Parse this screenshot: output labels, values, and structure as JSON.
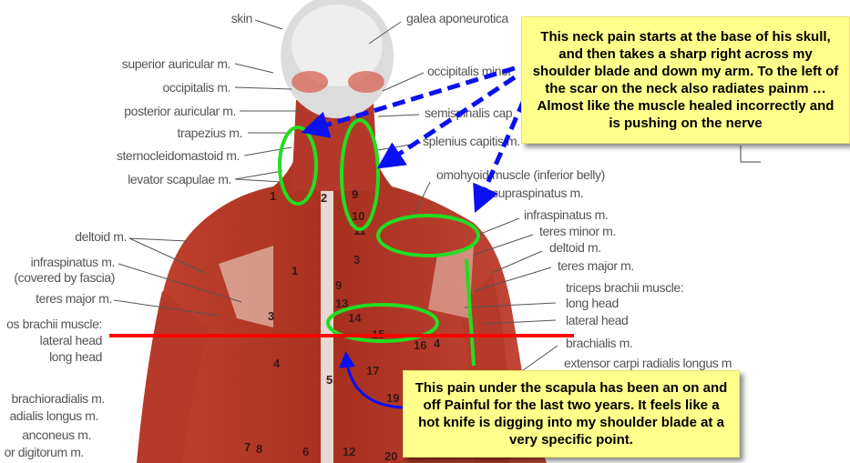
{
  "left_labels": [
    "skin",
    "superior auricular m.",
    "occipitalis m.",
    "posterior auricular m.",
    "trapezius m.",
    "sternocleidomastoid m.",
    "levator scapulae m.",
    "deltoid m.",
    "infraspinatus m.",
    "(covered by fascia)",
    "teres major m.",
    "os brachii muscle:",
    "lateral head",
    "long head",
    "brachioradialis m.",
    "adialis longus m.",
    "anconeus m.",
    "or digitorum m."
  ],
  "right_labels": [
    "galea aponeurotica",
    "occipitalis minor",
    "semispinalis cap",
    "splenius capitis m.",
    "omohyoid muscle (inferior belly)",
    "supraspinatus m.",
    "infraspinatus m.",
    "teres minor m.",
    "deltoid m.",
    "teres major m.",
    "triceps brachii muscle:",
    "long head",
    "lateral head",
    "brachialis m.",
    "extensor carpi radialis longus m"
  ],
  "body_numbers": [
    "1",
    "2",
    "9",
    "10",
    "11",
    "3",
    "1",
    "9",
    "13",
    "14",
    "15",
    "16",
    "4",
    "3",
    "4",
    "5",
    "17",
    "19",
    "7",
    "8",
    "6",
    "12",
    "20"
  ],
  "callouts": {
    "neck": "This neck pain starts at the base of his skull, and then takes a sharp right across my shoulder blade and down my arm. To the left of the scar on  the neck also radiates painm … Almost like the muscle healed incorrectly and is pushing on the nerve",
    "scapula": "This pain under the scapula has been an on and off Painful for the last two years. It feels like a hot knife is digging into my shoulder blade at a very specific point."
  },
  "colors": {
    "highlight": "#22dd22",
    "arrow": "#0a10f0",
    "line": "#ff0000",
    "callout_bg": "#ffff8c",
    "muscle": "#b8382a"
  }
}
